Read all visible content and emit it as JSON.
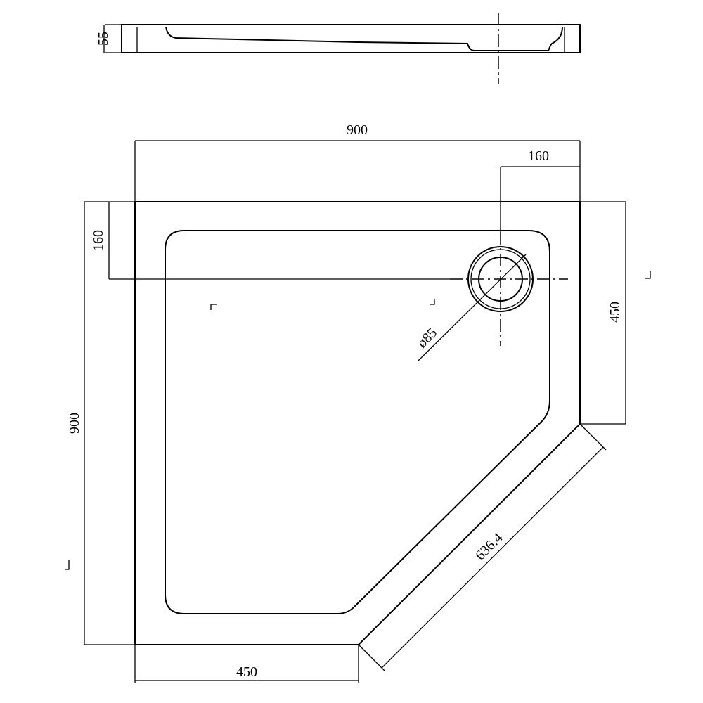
{
  "title": "Pentagonal shower tray 900 x 900",
  "dimensions": {
    "height": "55",
    "width_top": "900",
    "drain_offset_x": "160",
    "drain_offset_y": "160",
    "depth_left": "900",
    "right_side": "450",
    "bottom_side": "450",
    "diagonal": "636.4",
    "drain_diameter": "ø85"
  },
  "colors": {
    "line": "#000000",
    "background": "#ffffff"
  }
}
